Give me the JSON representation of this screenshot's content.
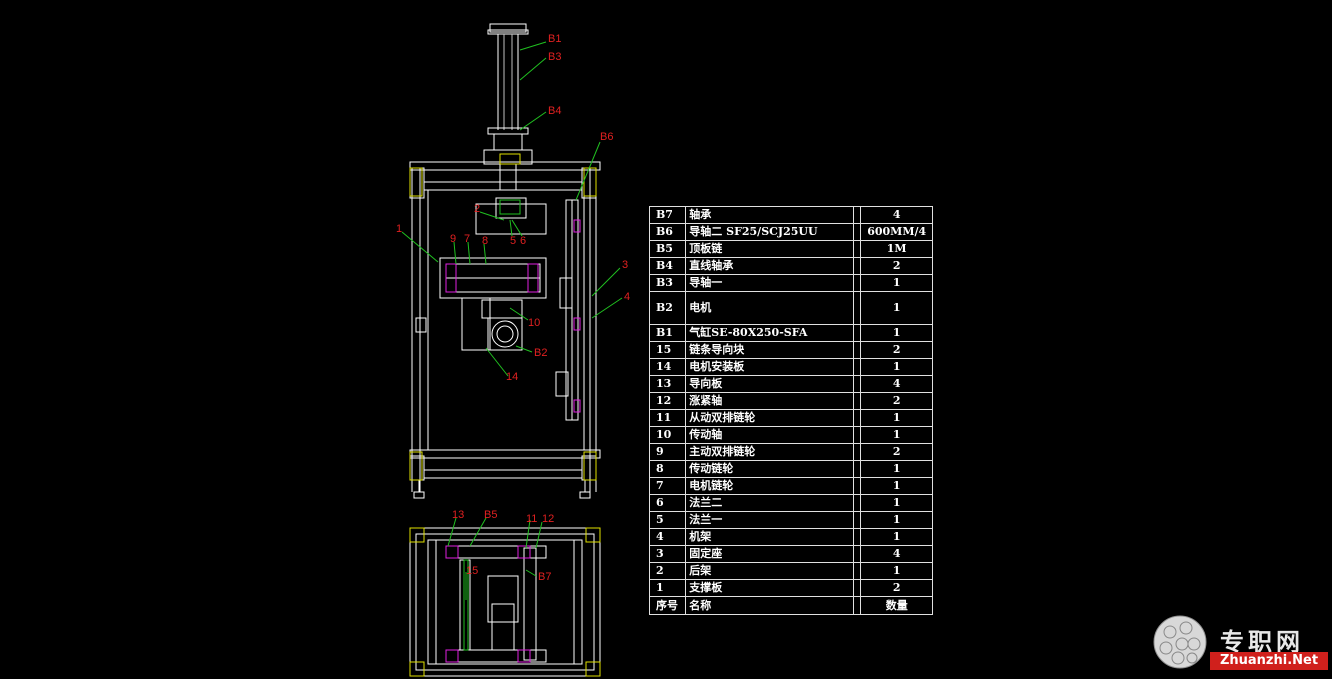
{
  "callouts": {
    "B1": "B1",
    "B3": "B3",
    "B4": "B4",
    "B6": "B6",
    "B2": "B2",
    "n1": "1",
    "n2": "2",
    "n3": "3",
    "n4": "4",
    "n5": "5",
    "n6": "6",
    "n7": "7",
    "n8": "8",
    "n9": "9",
    "n10": "10",
    "n14": "14",
    "n13": "13",
    "B5": "B5",
    "n11": "11",
    "n12": "12",
    "n15": "15",
    "B7": "B7"
  },
  "bom": {
    "rows": [
      {
        "no": "B7",
        "name": "轴承",
        "qty": "4"
      },
      {
        "no": "B6",
        "name": "导轴二 SF25/SCJ25UU",
        "qty": "600MM/4"
      },
      {
        "no": "B5",
        "name": "顶板链",
        "qty": "1M"
      },
      {
        "no": "B4",
        "name": "直线轴承",
        "qty": "2"
      },
      {
        "no": "B3",
        "name": "导轴一",
        "qty": "1"
      },
      {
        "no": "B2",
        "name": "电机",
        "qty": "1"
      },
      {
        "no": "B1",
        "name": "气缸SE-80X250-SFA",
        "qty": "1"
      },
      {
        "no": "15",
        "name": "链条导向块",
        "qty": "2"
      },
      {
        "no": "14",
        "name": "电机安装板",
        "qty": "1"
      },
      {
        "no": "13",
        "name": "导向板",
        "qty": "4"
      },
      {
        "no": "12",
        "name": "涨紧轴",
        "qty": "2"
      },
      {
        "no": "11",
        "name": "从动双排链轮",
        "qty": "1"
      },
      {
        "no": "10",
        "name": "传动轴",
        "qty": "1"
      },
      {
        "no": "9",
        "name": "主动双排链轮",
        "qty": "2"
      },
      {
        "no": "8",
        "name": "传动链轮",
        "qty": "1"
      },
      {
        "no": "7",
        "name": "电机链轮",
        "qty": "1"
      },
      {
        "no": "6",
        "name": "法兰二",
        "qty": "1"
      },
      {
        "no": "5",
        "name": "法兰一",
        "qty": "1"
      },
      {
        "no": "4",
        "name": "机架",
        "qty": "1"
      },
      {
        "no": "3",
        "name": "固定座",
        "qty": "4"
      },
      {
        "no": "2",
        "name": "后架",
        "qty": "1"
      },
      {
        "no": "1",
        "name": "支撑板",
        "qty": "2"
      }
    ],
    "header": {
      "no": "序号",
      "name": "名称",
      "qty": "数量"
    }
  },
  "watermark": {
    "cn": "专职网",
    "en": "Zhuanzhi.Net"
  },
  "colors": {
    "background": "#000000",
    "lines": "#ffffff",
    "callout": "#e02020",
    "leader": "#20c020",
    "accent_yellow": "#e0e000",
    "accent_magenta": "#e020e0"
  }
}
